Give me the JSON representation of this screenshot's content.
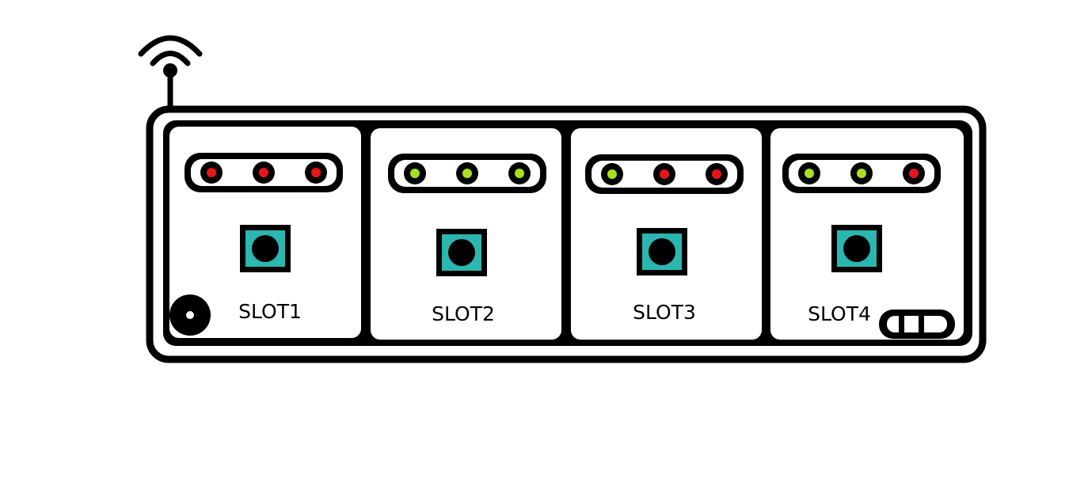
{
  "colors": {
    "outline": "#000000",
    "background": "#ffffff",
    "led_red": "#e8141b",
    "led_green": "#a8e01f",
    "port_teal": "#2bb6b0"
  },
  "device": {
    "antenna_icon": "wifi-antenna-icon",
    "power_icon": "power-jack-icon",
    "switch_icon": "toggle-switch-icon"
  },
  "slots": [
    {
      "label": "SLOT1",
      "leds": [
        "red",
        "red",
        "red"
      ]
    },
    {
      "label": "SLOT2",
      "leds": [
        "green",
        "green",
        "green"
      ]
    },
    {
      "label": "SLOT3",
      "leds": [
        "green",
        "red",
        "red"
      ]
    },
    {
      "label": "SLOT4",
      "leds": [
        "green",
        "green",
        "red"
      ]
    }
  ]
}
